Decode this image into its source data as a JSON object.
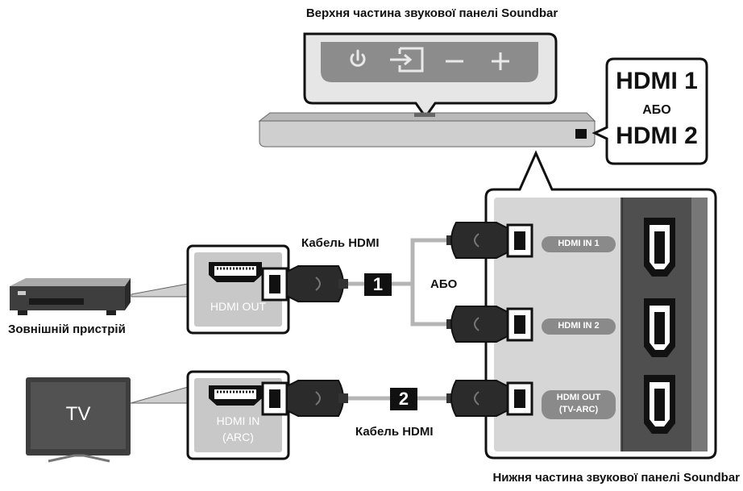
{
  "soundbar": {
    "top_caption": "Верхня частина звукової панелі Soundbar",
    "bottom_caption": "Нижня частина звукової панелі Soundbar",
    "callout": {
      "line1": "HDMI 1",
      "or": "АБО",
      "line2": "HDMI 2"
    },
    "ports": [
      {
        "label": "HDMI IN 1"
      },
      {
        "label": "HDMI IN 2"
      },
      {
        "label": "HDMI OUT",
        "sub": "(TV-ARC)"
      }
    ]
  },
  "connections": {
    "cable_label_1": "Кабель HDMI",
    "cable_label_2": "Кабель HDMI",
    "badge_1": "1",
    "badge_2": "2",
    "or_label": "АБО"
  },
  "external_device": {
    "caption": "Зовнішній пристрій",
    "port_label": "HDMI OUT"
  },
  "tv": {
    "screen_text": "TV",
    "port_label_1": "HDMI IN",
    "port_label_2": "(ARC)"
  }
}
